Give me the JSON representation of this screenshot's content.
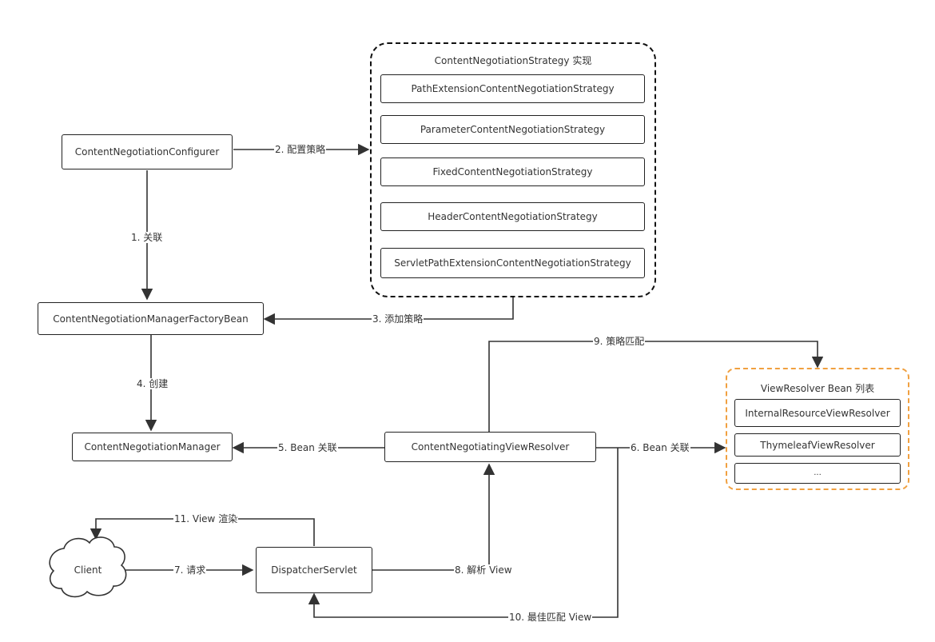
{
  "nodes": {
    "configurer": "ContentNegotiationConfigurer",
    "factory_bean": "ContentNegotiationManagerFactoryBean",
    "manager": "ContentNegotiationManager",
    "cnvr": "ContentNegotiatingViewResolver",
    "dispatcher": "DispatcherServlet",
    "client": "Client"
  },
  "strategy_group": {
    "title": "ContentNegotiationStrategy 实现",
    "items": [
      "PathExtensionContentNegotiationStrategy",
      "ParameterContentNegotiationStrategy",
      "FixedContentNegotiationStrategy",
      "HeaderContentNegotiationStrategy",
      "ServletPathExtensionContentNegotiationStrategy"
    ]
  },
  "viewresolver_group": {
    "title": "ViewResolver Bean 列表",
    "items": [
      "InternalResourceViewResolver",
      "ThymeleafViewResolver",
      "..."
    ]
  },
  "edges": {
    "e1": "1. 关联",
    "e2": "2. 配置策略",
    "e3": "3. 添加策略",
    "e4": "4. 创建",
    "e5": "5. Bean 关联",
    "e6": "6. Bean 关联",
    "e7": "7. 请求",
    "e8": "8. 解析 View",
    "e9": "9. 策略匹配",
    "e10": "10. 最佳匹配 View",
    "e11": "11. View 渲染"
  }
}
